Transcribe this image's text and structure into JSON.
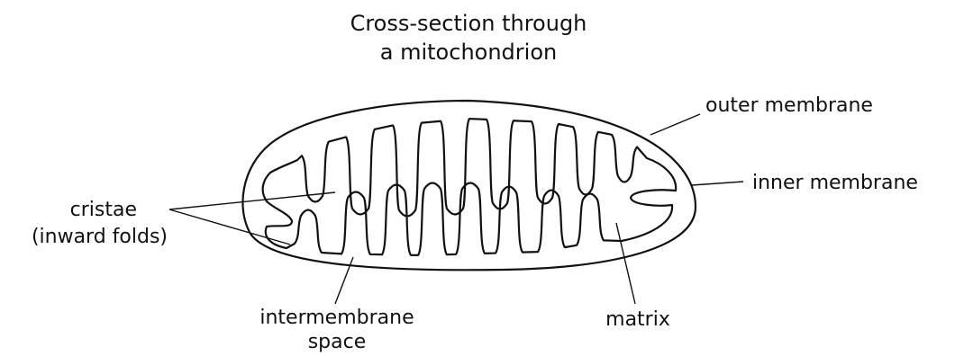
{
  "diagram": {
    "title_line1": "Cross-section through",
    "title_line2": "a mitochondrion",
    "labels": {
      "outer_membrane": "outer membrane",
      "inner_membrane": "inner membrane",
      "cristae": "cristae",
      "cristae_note": "(inward folds)",
      "intermembrane_line1": "intermembrane",
      "intermembrane_line2": "space",
      "matrix": "matrix"
    }
  }
}
